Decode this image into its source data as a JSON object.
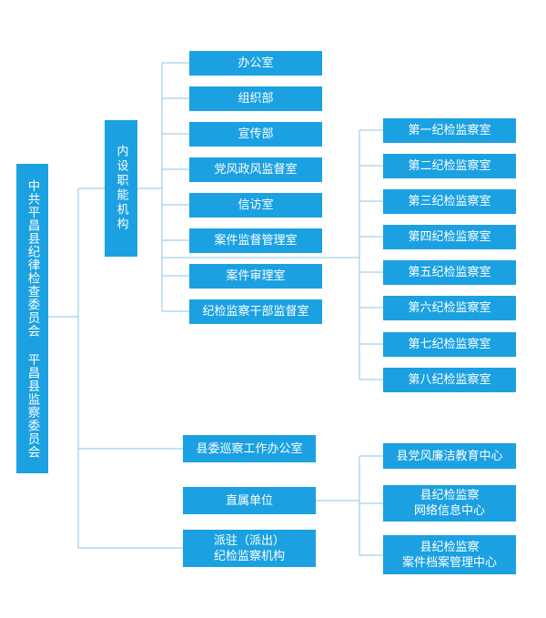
{
  "chart_data": {
    "type": "org-chart",
    "root": "中共平昌县纪律检查委员会 平昌县监察委员会",
    "children": [
      {
        "name": "内设职能机构",
        "children": [
          "办公室",
          "组织部",
          "宣传部",
          "党风政风监督室",
          "信访室",
          "案件监督管理室",
          "案件审理室",
          "纪检监察干部监督室",
          "第一纪检监察室",
          "第二纪检监察室",
          "第三纪检监察室",
          "第四纪检监察室",
          "第五纪检监察室",
          "第六纪检监察室",
          "第七纪检监察室",
          "第八纪检监察室"
        ]
      },
      {
        "name": "县委巡察工作办公室",
        "children": []
      },
      {
        "name": "直属单位",
        "children": [
          "县党风廉洁教育中心",
          "县纪检监察\n网络信息中心",
          "县纪检监察\n案件档案管理中心"
        ]
      },
      {
        "name": "派驻（派出）\n纪检监察机构",
        "children": []
      }
    ]
  },
  "colors": {
    "box": "#1ba1e2",
    "line": "#8fc6e6",
    "text": "#ffffff"
  }
}
